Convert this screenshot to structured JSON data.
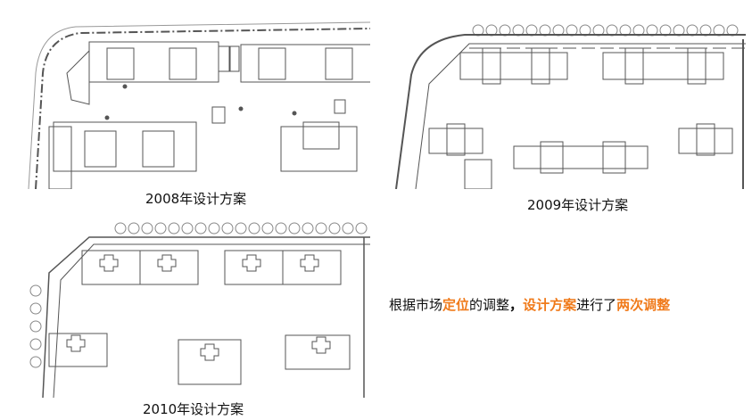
{
  "plans": [
    {
      "id": "plan-2008",
      "caption": "2008年设计方案"
    },
    {
      "id": "plan-2009",
      "caption": "2009年设计方案"
    },
    {
      "id": "plan-2010",
      "caption": "2010年设计方案"
    }
  ],
  "note": {
    "part1": "根据市场",
    "part2": "定位",
    "part3": "的调整",
    "part4": "，",
    "part5": "设计方案",
    "part6": "进行了",
    "part7": "两次调整"
  },
  "colors": {
    "highlight": "#f07a1a",
    "text": "#111111",
    "line": "#555555"
  }
}
